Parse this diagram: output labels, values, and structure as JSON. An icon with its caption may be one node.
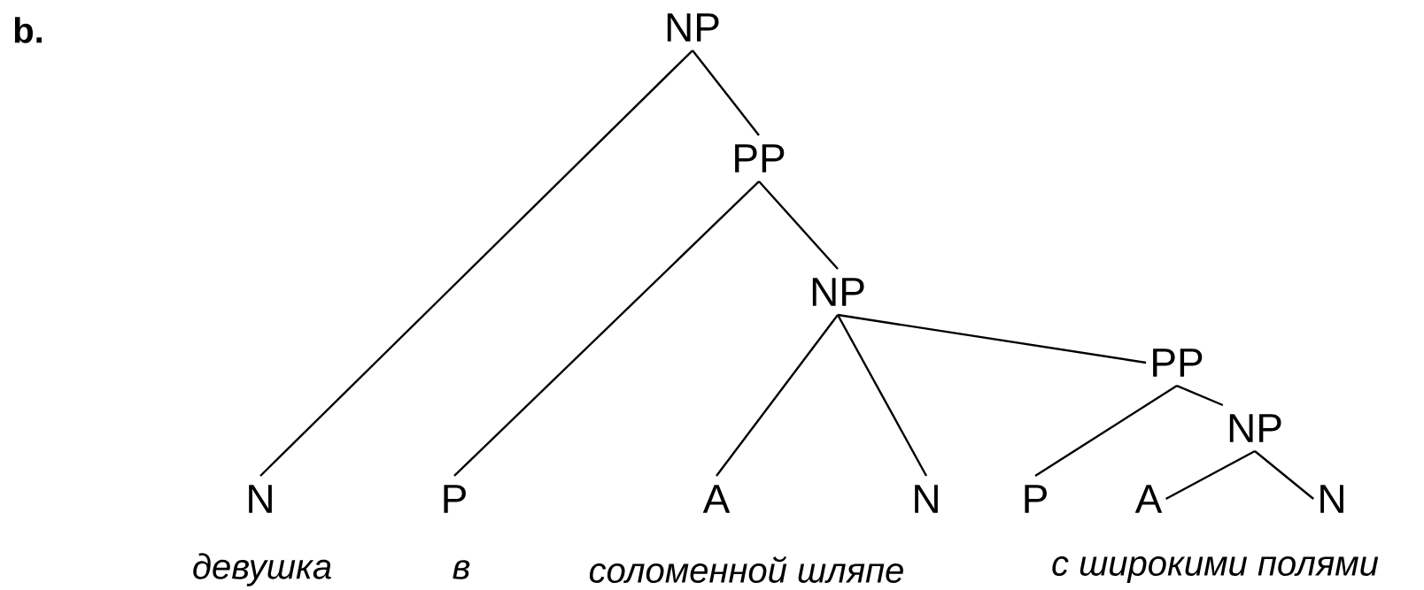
{
  "diagram": {
    "nodes": [
      {
        "text": [
          "NP"
        ]
      },
      {
        "text": [
          "PP"
        ]
      },
      {
        "text": [
          "NP"
        ]
      },
      {
        "text": [
          "PP"
        ]
      },
      {
        "text": [
          "NP"
        ]
      },
      {
        "text": [
          "N"
        ]
      },
      {
        "text": [
          "P"
        ]
      },
      {
        "text": [
          "A"
        ]
      },
      {
        "text": [
          "N"
        ]
      },
      {
        "text": [
          "P"
        ]
      },
      {
        "text": [
          "A"
        ]
      },
      {
        "text": [
          "N"
        ]
      }
    ],
    "edges": [
      {
        "from": 0,
        "to": 5,
        "arrow": "none"
      },
      {
        "from": 0,
        "to": 1,
        "arrow": "none"
      },
      {
        "from": 1,
        "to": 6,
        "arrow": "none"
      },
      {
        "from": 1,
        "to": 2,
        "arrow": "none"
      },
      {
        "from": 2,
        "to": 7,
        "arrow": "none"
      },
      {
        "from": 2,
        "to": 8,
        "arrow": "none"
      },
      {
        "from": 2,
        "to": 3,
        "arrow": "none"
      },
      {
        "from": 3,
        "to": 9,
        "arrow": "none"
      },
      {
        "from": 3,
        "to": 4,
        "arrow": "none"
      },
      {
        "from": 4,
        "to": 10,
        "arrow": "none"
      },
      {
        "from": 4,
        "to": 11,
        "arrow": "none"
      }
    ],
    "labels": [
      "b.",
      "девушка",
      "в",
      "соломенной шляпе",
      "с широкими полями"
    ]
  }
}
